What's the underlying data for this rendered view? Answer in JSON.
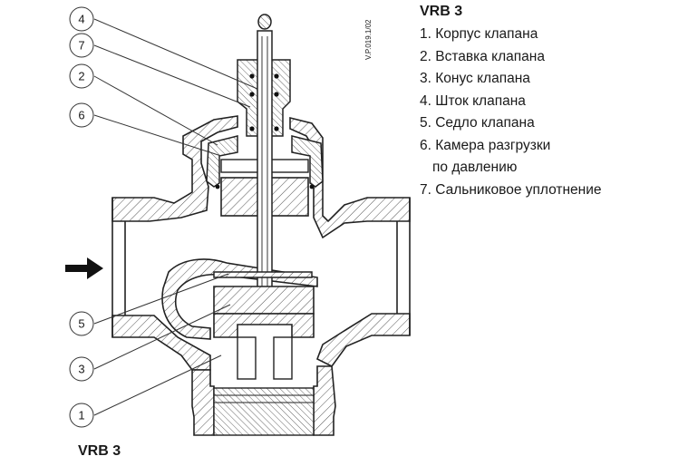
{
  "header": {
    "title": "VRB 3"
  },
  "legend": {
    "items": [
      {
        "num": "1",
        "text": "1. Корпус клапана"
      },
      {
        "num": "2",
        "text": "2. Вставка клапана"
      },
      {
        "num": "3",
        "text": "3. Конус клапана"
      },
      {
        "num": "4",
        "text": "4. Шток клапана"
      },
      {
        "num": "5",
        "text": "5. Седло клапана"
      },
      {
        "num": "6",
        "text": "6. Камера разгрузки",
        "continuation": "по давлению"
      },
      {
        "num": "7",
        "text": "7. Сальниковое уплотнение"
      }
    ]
  },
  "drawing": {
    "code": "V.P.019.1/02",
    "bottom_title": "VRB 3",
    "callouts": [
      {
        "id": "4",
        "label": "4"
      },
      {
        "id": "7",
        "label": "7"
      },
      {
        "id": "2",
        "label": "2"
      },
      {
        "id": "6",
        "label": "6"
      },
      {
        "id": "5",
        "label": "5"
      },
      {
        "id": "3",
        "label": "3"
      },
      {
        "id": "1",
        "label": "1"
      }
    ]
  }
}
